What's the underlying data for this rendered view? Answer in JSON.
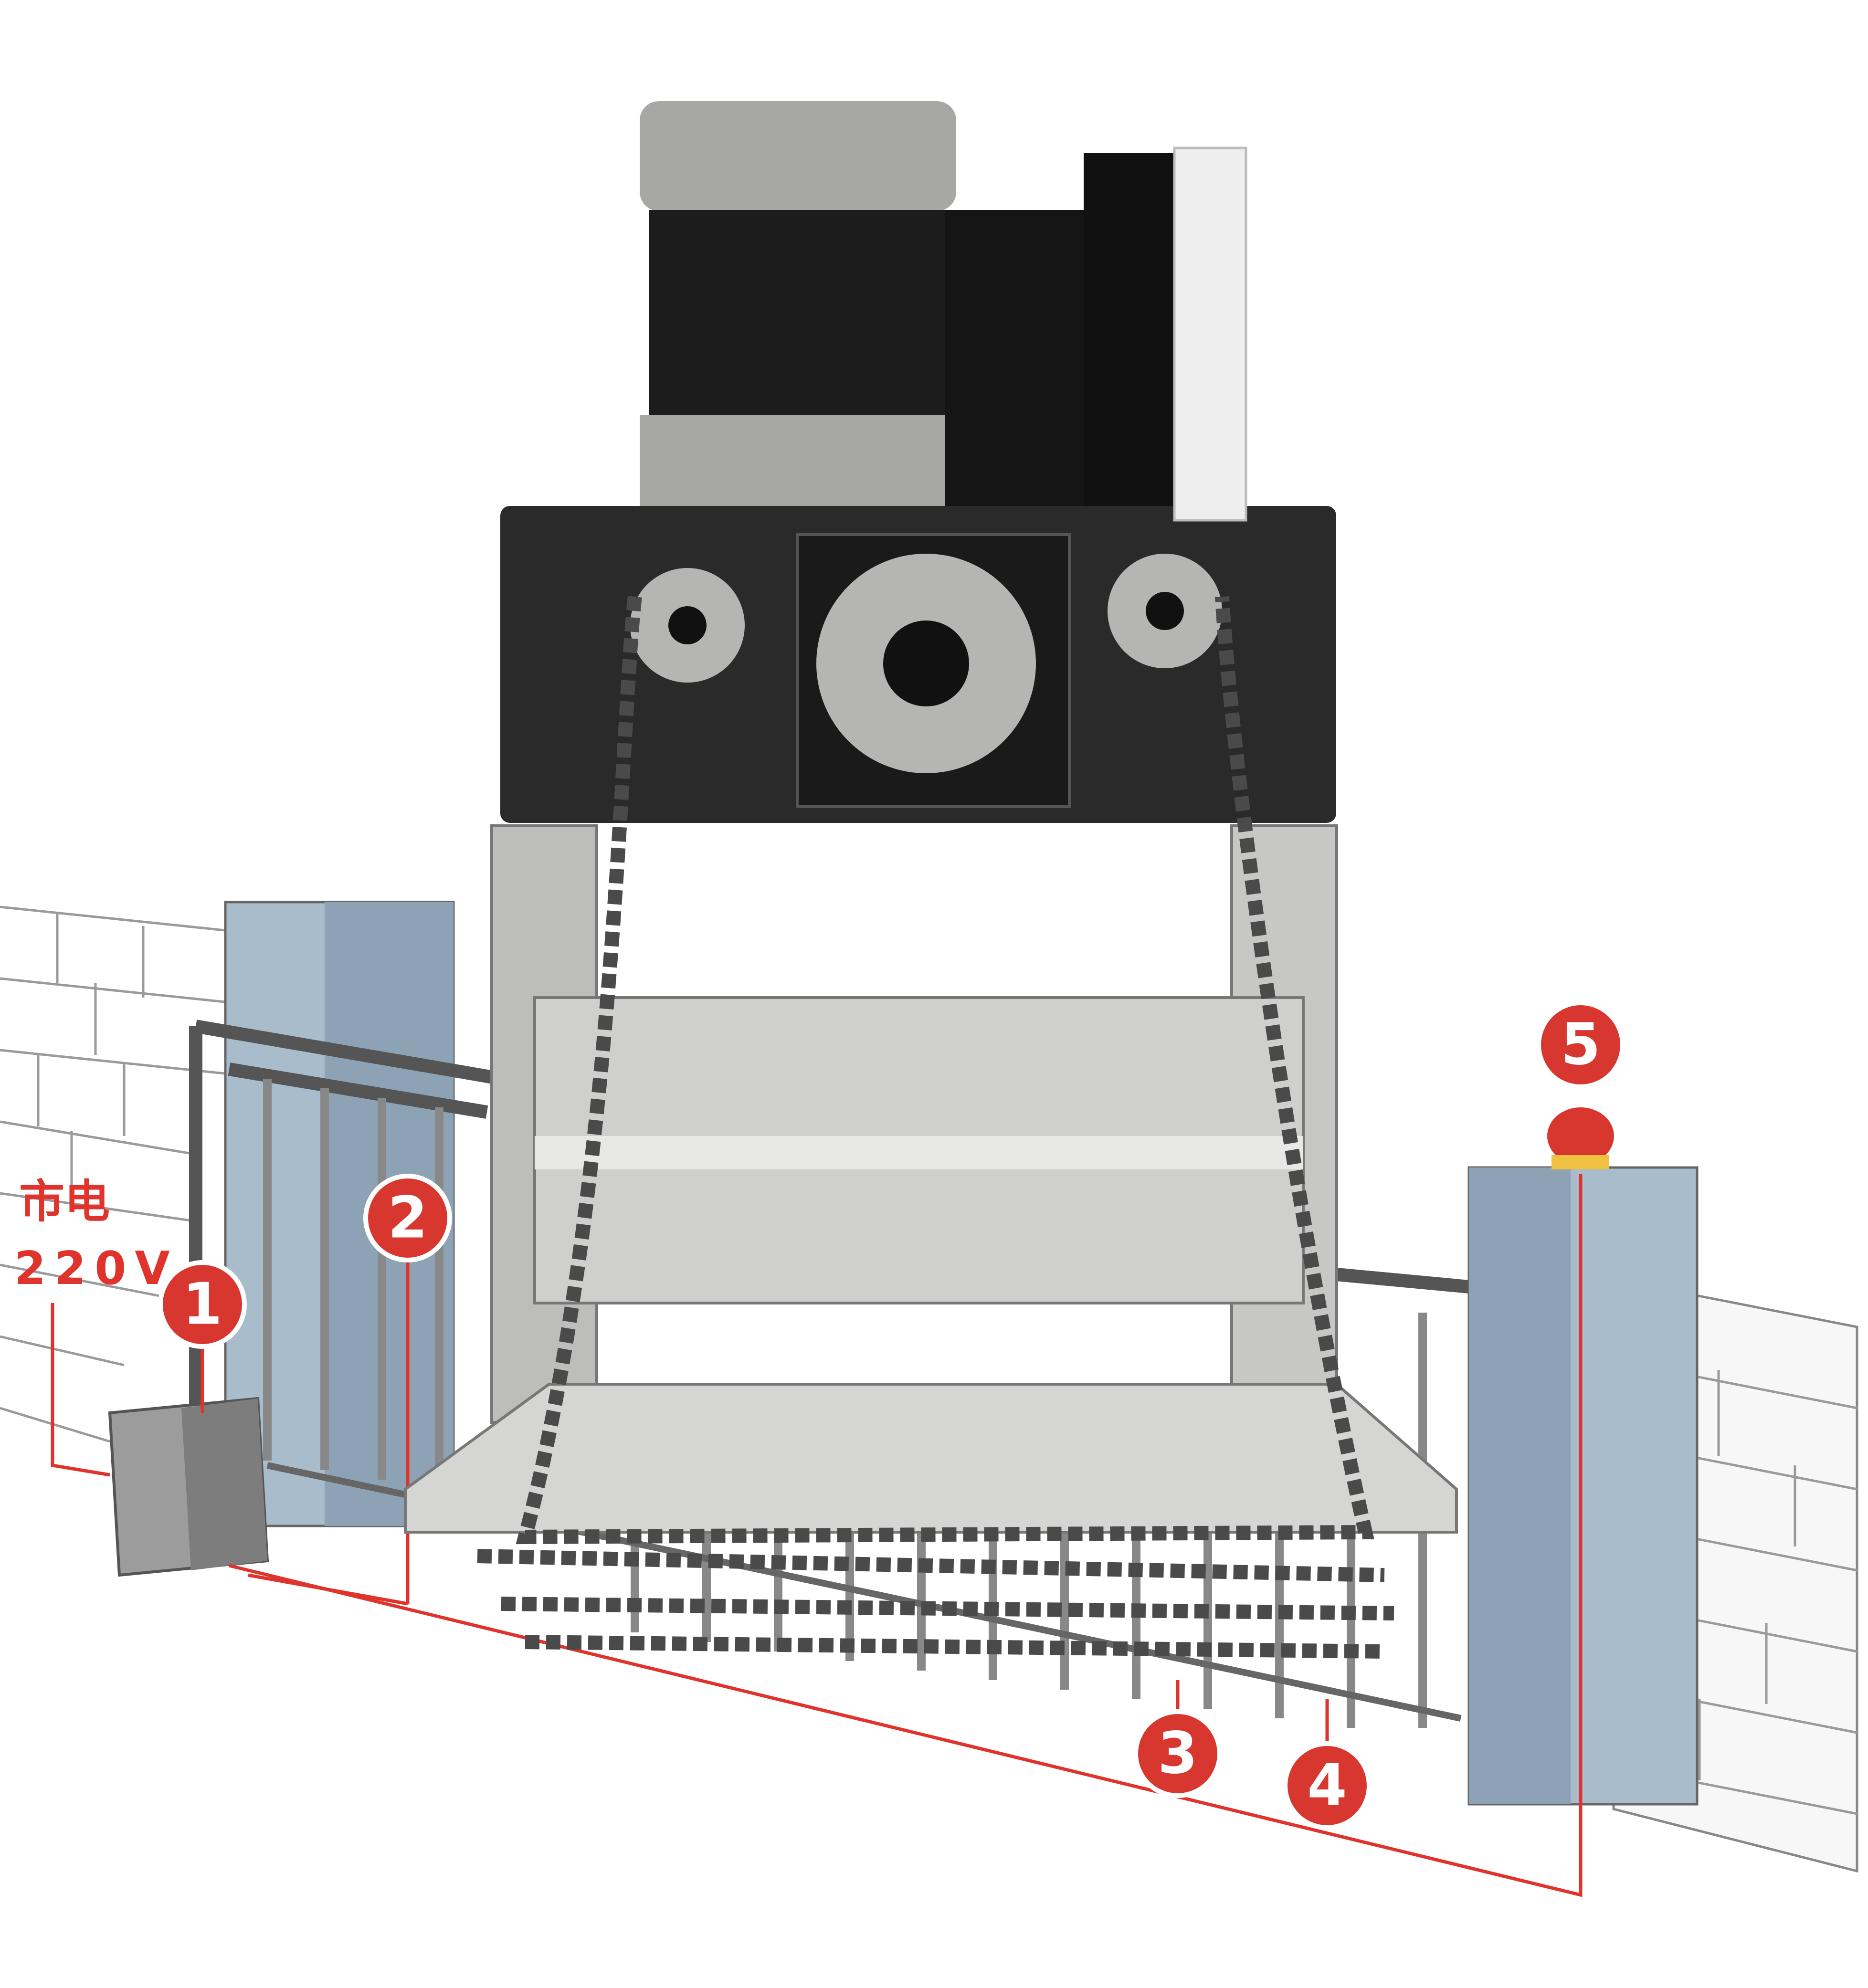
{
  "annotations": {
    "mains_label": "市电",
    "voltage_label": "220V"
  },
  "markers": [
    {
      "number": "1"
    },
    {
      "number": "2"
    },
    {
      "number": "3"
    },
    {
      "number": "4"
    },
    {
      "number": "5"
    }
  ],
  "colors": {
    "marker_red": "#d8372f",
    "wire_red": "#e0332c",
    "pillar_blue": "#a9bccb",
    "motor_black": "#1c1c1c",
    "steel": "#c9c9c7"
  }
}
